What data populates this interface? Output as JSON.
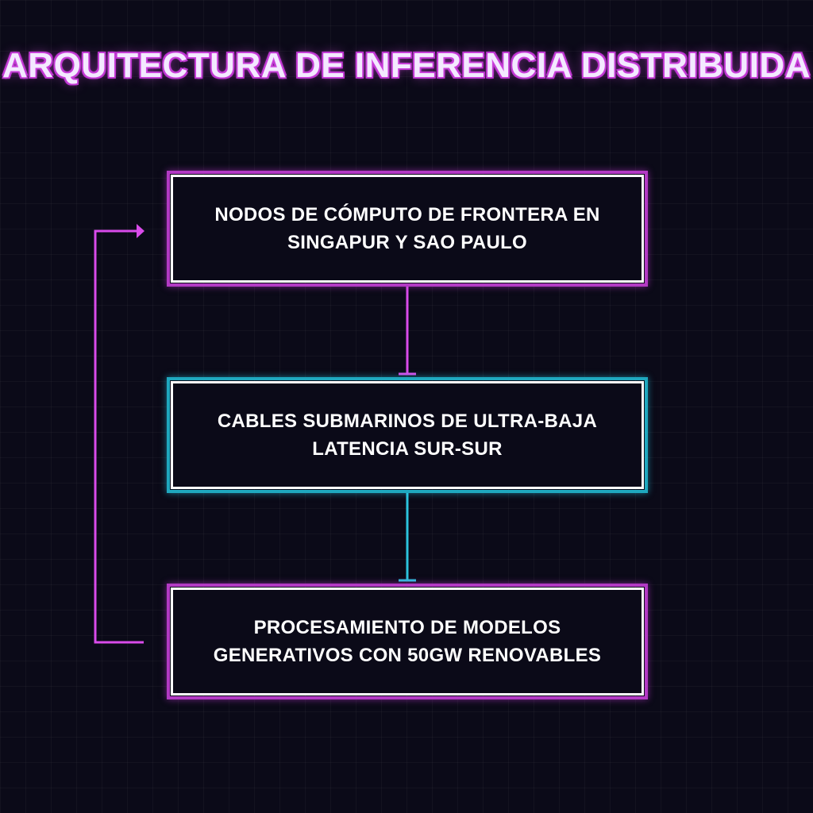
{
  "title": "ARQUITECTURA DE INFERENCIA DISTRIBUIDA",
  "colors": {
    "background": "#0b0a18",
    "magenta": "#d94bea",
    "cyan": "#2bc3dd",
    "text": "#ffffff"
  },
  "nodes": [
    {
      "label": "NODOS DE CÓMPUTO DE FRONTERA EN SINGAPUR Y SAO PAULO",
      "accent": "magenta"
    },
    {
      "label": "CABLES SUBMARINOS DE ULTRA-BAJA LATENCIA SUR-SUR",
      "accent": "cyan"
    },
    {
      "label": "PROCESAMIENTO DE MODELOS GENERATIVOS CON 50GW RENOVABLES",
      "accent": "magenta"
    }
  ],
  "edges": [
    {
      "from": 0,
      "to": 1,
      "color": "magenta"
    },
    {
      "from": 1,
      "to": 2,
      "color": "cyan"
    },
    {
      "from": 2,
      "to": 0,
      "color": "magenta",
      "type": "feedback-loop"
    }
  ]
}
